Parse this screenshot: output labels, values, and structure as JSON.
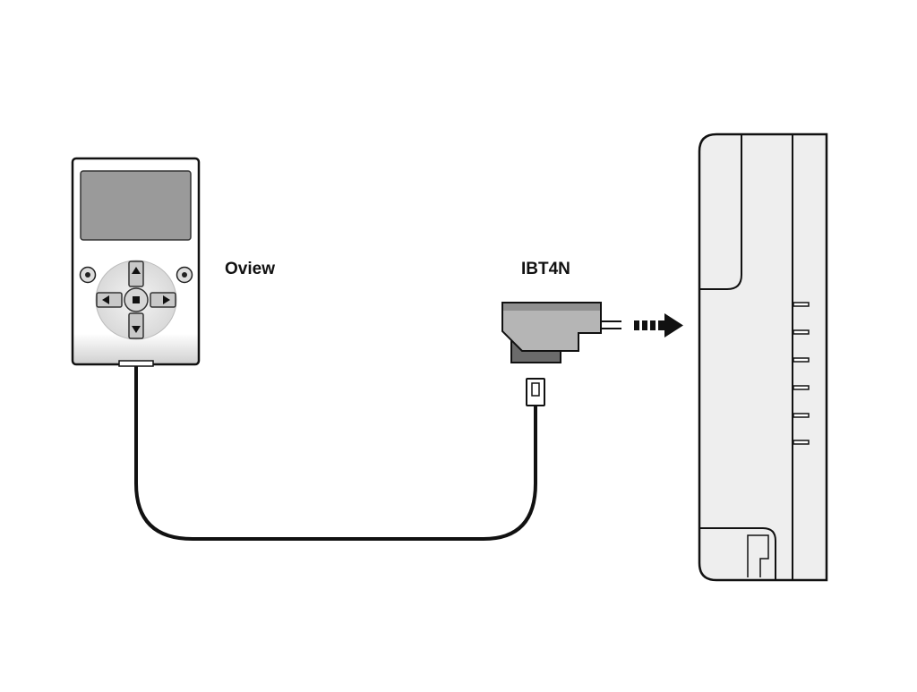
{
  "diagram": {
    "devices": [
      {
        "id": "oview",
        "label": "Oview",
        "kind": "handheld-programmer"
      },
      {
        "id": "ibt4n",
        "label": "IBT4N",
        "kind": "interface-adapter"
      },
      {
        "id": "control-unit",
        "label": "",
        "kind": "motor-control-unit"
      }
    ],
    "connections": [
      {
        "from": "oview",
        "to": "ibt4n",
        "style": "cable"
      },
      {
        "from": "ibt4n",
        "to": "control-unit",
        "style": "dashed-arrow"
      }
    ],
    "colors": {
      "outline": "#111111",
      "screen": "#9a9a9a",
      "keypad": "#e6e6e6",
      "adapter_top": "#b5b5b5",
      "adapter_shadow": "#6b6b6b",
      "unit_body": "#eeeeee"
    },
    "icons": [
      "up-arrow-icon",
      "down-arrow-icon",
      "left-arrow-icon",
      "right-arrow-icon",
      "stop-square-icon"
    ]
  }
}
